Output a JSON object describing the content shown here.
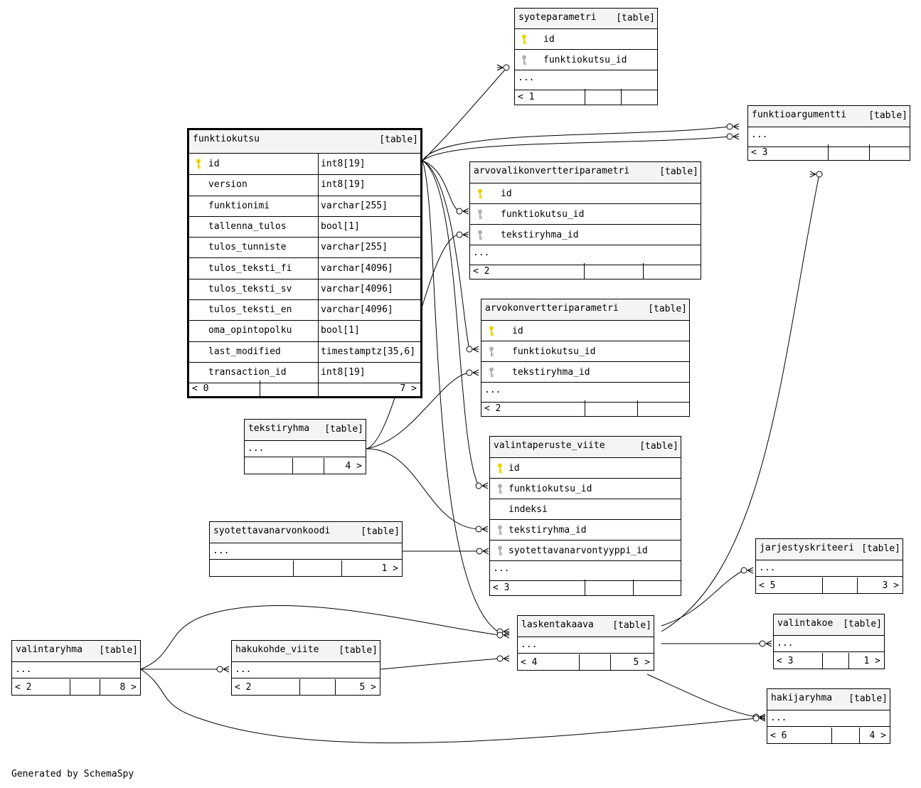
{
  "footer_text": "Generated by SchemaSpy",
  "type_tag": "[table]",
  "focus_table": {
    "name": "funktiokutsu",
    "columns": [
      {
        "name": "id",
        "type": "int8[19]",
        "key": "primary"
      },
      {
        "name": "version",
        "type": "int8[19]",
        "key": ""
      },
      {
        "name": "funktionimi",
        "type": "varchar[255]",
        "key": ""
      },
      {
        "name": "tallenna_tulos",
        "type": "bool[1]",
        "key": ""
      },
      {
        "name": "tulos_tunniste",
        "type": "varchar[255]",
        "key": ""
      },
      {
        "name": "tulos_teksti_fi",
        "type": "varchar[4096]",
        "key": ""
      },
      {
        "name": "tulos_teksti_sv",
        "type": "varchar[4096]",
        "key": ""
      },
      {
        "name": "tulos_teksti_en",
        "type": "varchar[4096]",
        "key": ""
      },
      {
        "name": "oma_opintopolku",
        "type": "bool[1]",
        "key": ""
      },
      {
        "name": "last_modified",
        "type": "timestamptz[35,6]",
        "key": ""
      },
      {
        "name": "transaction_id",
        "type": "int8[19]",
        "key": ""
      }
    ],
    "parents": "< 0",
    "children": "7 >"
  },
  "tables": {
    "syoteparametri": {
      "name": "syoteparametri",
      "columns": [
        {
          "name": "id",
          "key": "primary"
        },
        {
          "name": "funktiokutsu_id",
          "key": "foreign"
        }
      ],
      "ellipsis": "...",
      "parents": "< 1",
      "children": ""
    },
    "funktioargumentti": {
      "name": "funktioargumentti",
      "columns": [],
      "ellipsis": "...",
      "parents": "< 3",
      "children": ""
    },
    "arvovalikonvertteriparametri": {
      "name": "arvovalikonvertteriparametri",
      "columns": [
        {
          "name": "id",
          "key": "primary"
        },
        {
          "name": "funktiokutsu_id",
          "key": "foreign"
        },
        {
          "name": "tekstiryhma_id",
          "key": "foreign"
        }
      ],
      "ellipsis": "...",
      "parents": "< 2",
      "children": ""
    },
    "arvokonvertteriparametri": {
      "name": "arvokonvertteriparametri",
      "columns": [
        {
          "name": "id",
          "key": "primary"
        },
        {
          "name": "funktiokutsu_id",
          "key": "foreign"
        },
        {
          "name": "tekstiryhma_id",
          "key": "foreign"
        }
      ],
      "ellipsis": "...",
      "parents": "< 2",
      "children": ""
    },
    "tekstiryhma": {
      "name": "tekstiryhma",
      "columns": [],
      "ellipsis": "...",
      "parents": "",
      "children": "4 >"
    },
    "valintaperuste_viite": {
      "name": "valintaperuste_viite",
      "columns": [
        {
          "name": "id",
          "key": "primary"
        },
        {
          "name": "funktiokutsu_id",
          "key": "foreign"
        },
        {
          "name": "indeksi",
          "key": ""
        },
        {
          "name": "tekstiryhma_id",
          "key": "foreign"
        },
        {
          "name": "syotettavanarvontyyppi_id",
          "key": "foreign"
        }
      ],
      "ellipsis": "...",
      "parents": "< 3",
      "children": ""
    },
    "syotettavanarvonkoodi": {
      "name": "syotettavanarvonkoodi",
      "columns": [],
      "ellipsis": "...",
      "parents": "",
      "children": "1 >"
    },
    "jarjestyskriteeri": {
      "name": "jarjestyskriteeri",
      "columns": [],
      "ellipsis": "...",
      "parents": "< 5",
      "children": "3 >"
    },
    "laskentakaava": {
      "name": "laskentakaava",
      "columns": [],
      "ellipsis": "...",
      "parents": "< 4",
      "children": "5 >"
    },
    "valintakoe": {
      "name": "valintakoe",
      "columns": [],
      "ellipsis": "...",
      "parents": "< 3",
      "children": "1 >"
    },
    "valintaryhma": {
      "name": "valintaryhma",
      "columns": [],
      "ellipsis": "...",
      "parents": "< 2",
      "children": "8 >"
    },
    "hakukohde_viite": {
      "name": "hakukohde_viite",
      "columns": [],
      "ellipsis": "...",
      "parents": "< 2",
      "children": "5 >"
    },
    "hakijaryhma": {
      "name": "hakijaryhma",
      "columns": [],
      "ellipsis": "...",
      "parents": "< 6",
      "children": "4 >"
    }
  },
  "colors": {
    "primary_key": "#e8d400",
    "foreign_key": "#b0b0b0",
    "header_bg": "#f4f4f4"
  },
  "icons": {
    "primary_key": "gold-key-icon",
    "foreign_key": "gray-key-icon"
  }
}
